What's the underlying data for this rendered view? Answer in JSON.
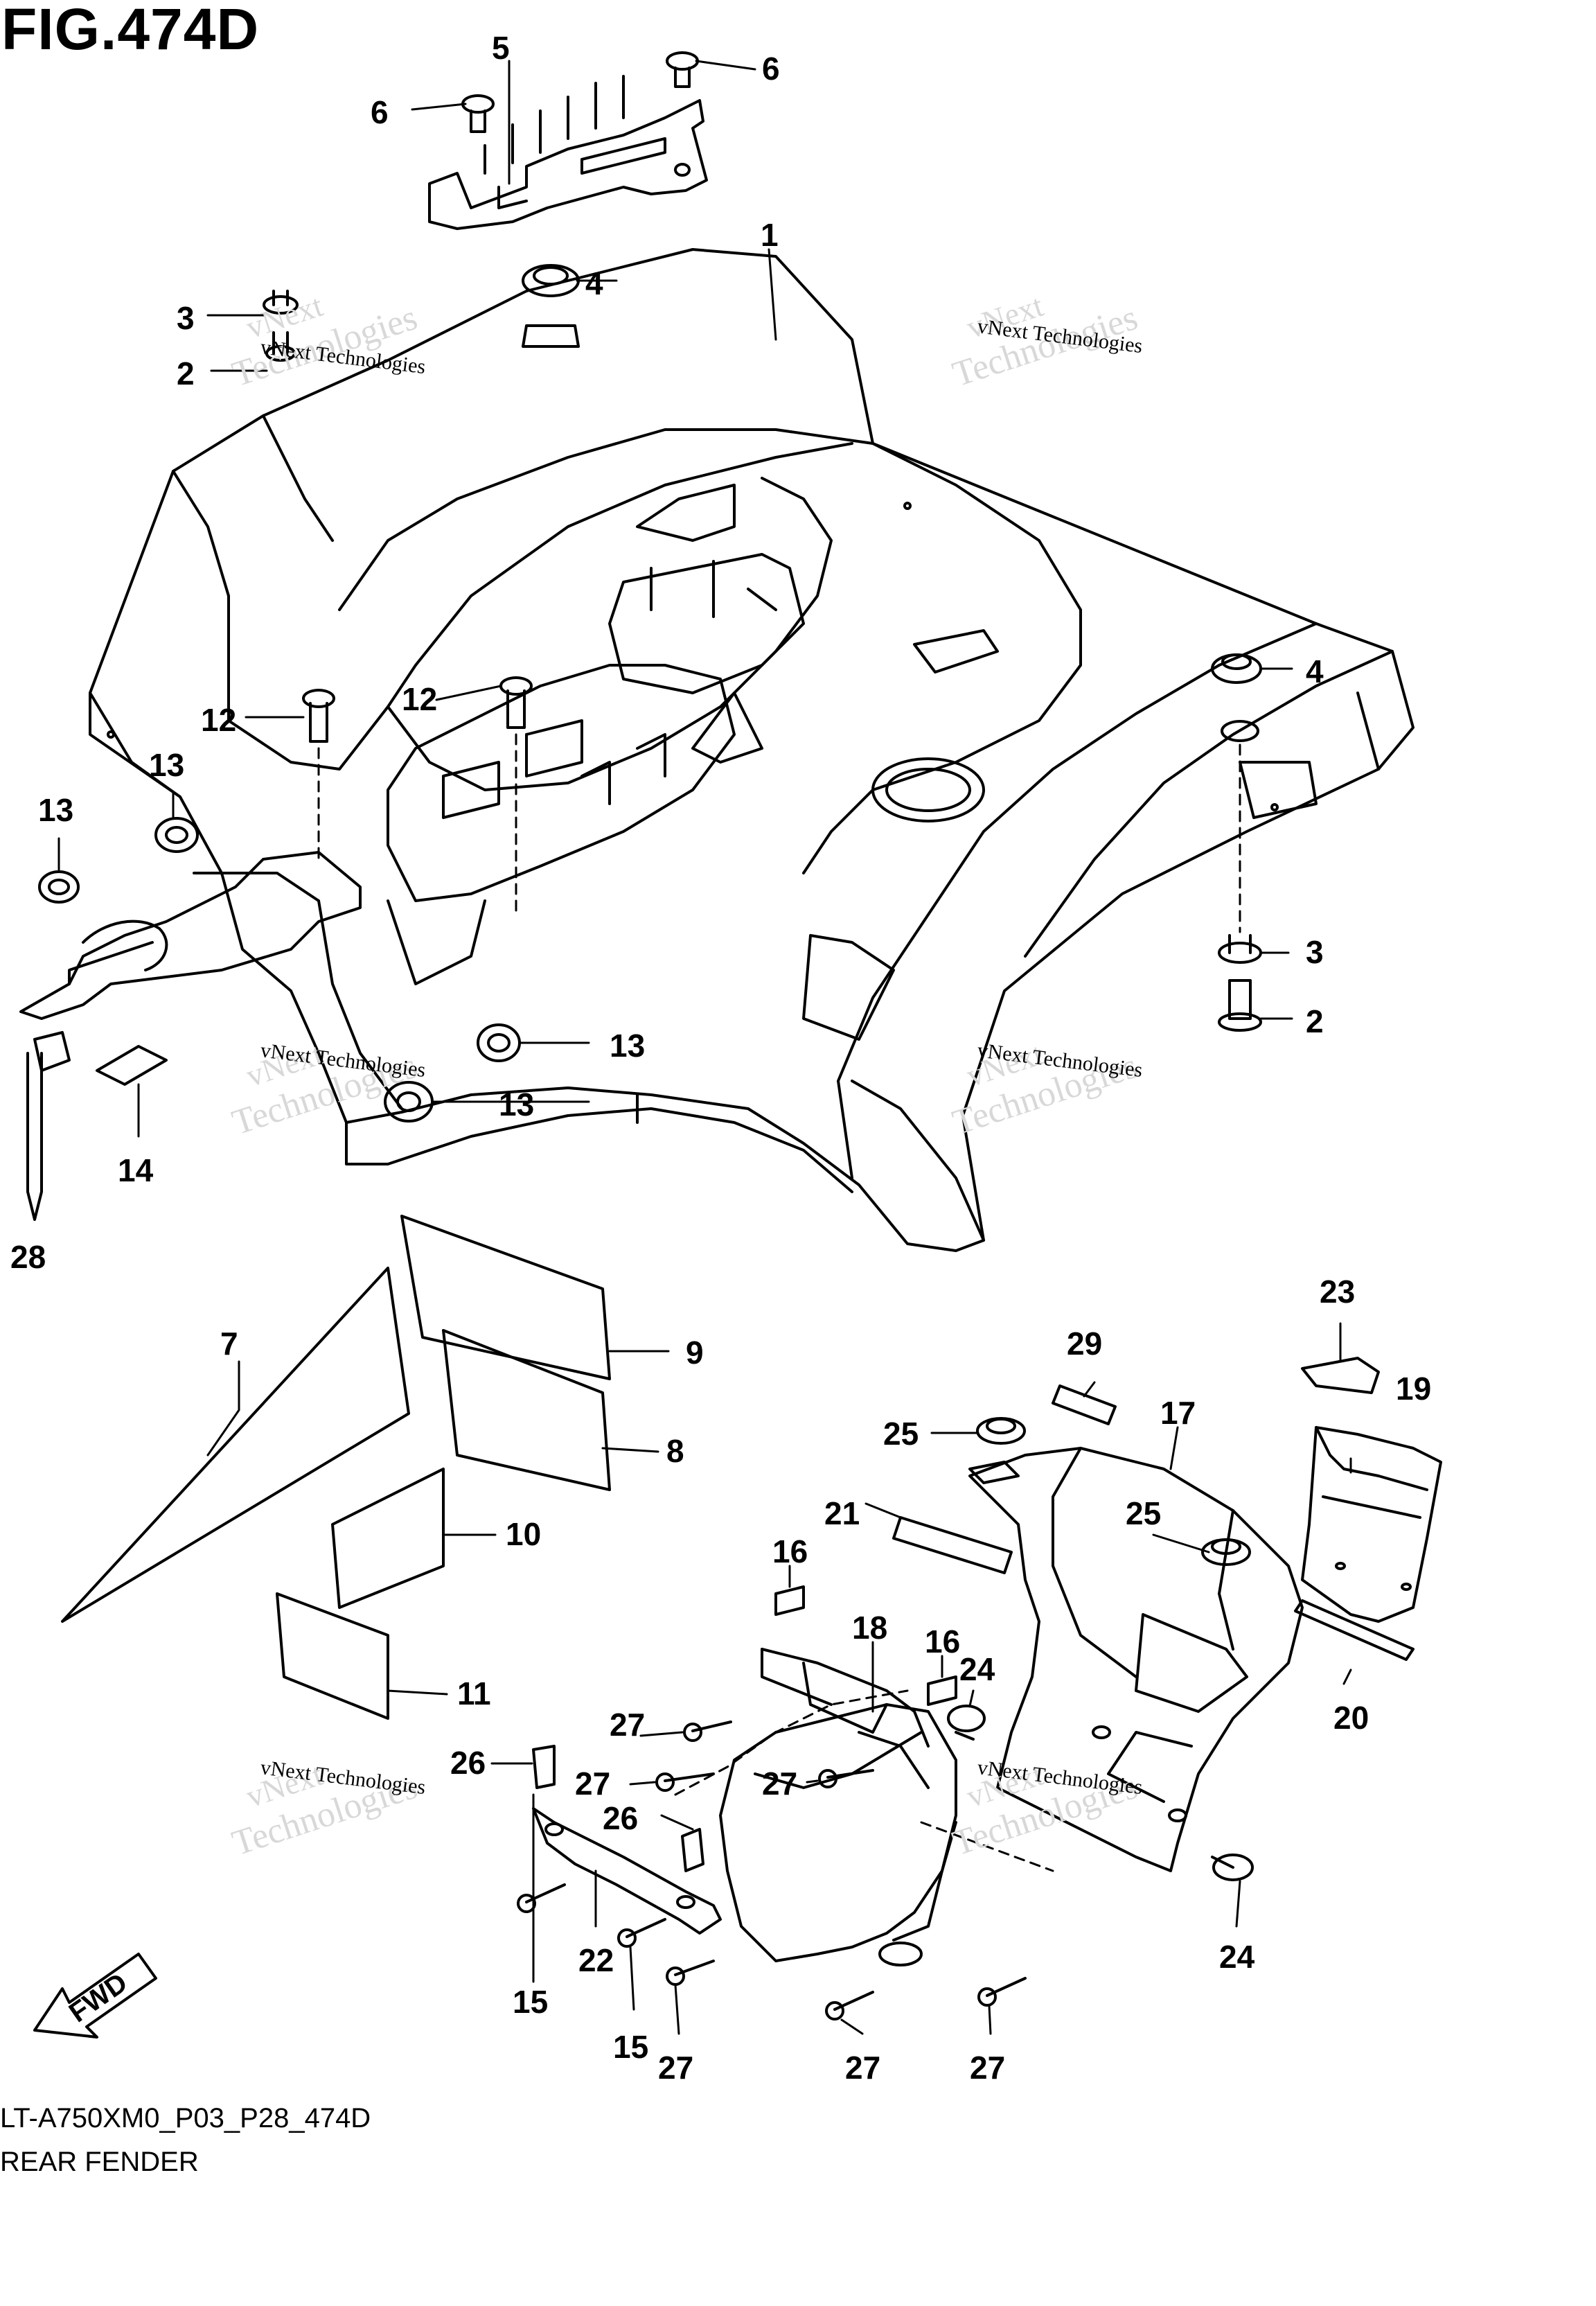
{
  "figure_title": "FIG.474D",
  "model_code": "LT-A750XM0_P03_P28_474D",
  "section_name": "REAR FENDER",
  "fwd_label": "FWD",
  "watermark": {
    "line1": "vNext Technologies",
    "line2": "vNext",
    "line3": "Technologies"
  },
  "callouts": {
    "c1": "1",
    "c2a": "2",
    "c2b": "2",
    "c3a": "3",
    "c3b": "3",
    "c4a": "4",
    "c4b": "4",
    "c5": "5",
    "c6a": "6",
    "c6b": "6",
    "c7": "7",
    "c8": "8",
    "c9": "9",
    "c10": "10",
    "c11": "11",
    "c12a": "12",
    "c12b": "12",
    "c13a": "13",
    "c13b": "13",
    "c13c": "13",
    "c13d": "13",
    "c14": "14",
    "c15a": "15",
    "c15b": "15",
    "c16a": "16",
    "c16b": "16",
    "c17": "17",
    "c18": "18",
    "c19": "19",
    "c20": "20",
    "c21": "21",
    "c22": "22",
    "c23": "23",
    "c24a": "24",
    "c24b": "24",
    "c25a": "25",
    "c25b": "25",
    "c26a": "26",
    "c26b": "26",
    "c27a": "27",
    "c27b": "27",
    "c27c": "27",
    "c27d": "27",
    "c27e": "27",
    "c27f": "27",
    "c28": "28",
    "c29": "29"
  }
}
